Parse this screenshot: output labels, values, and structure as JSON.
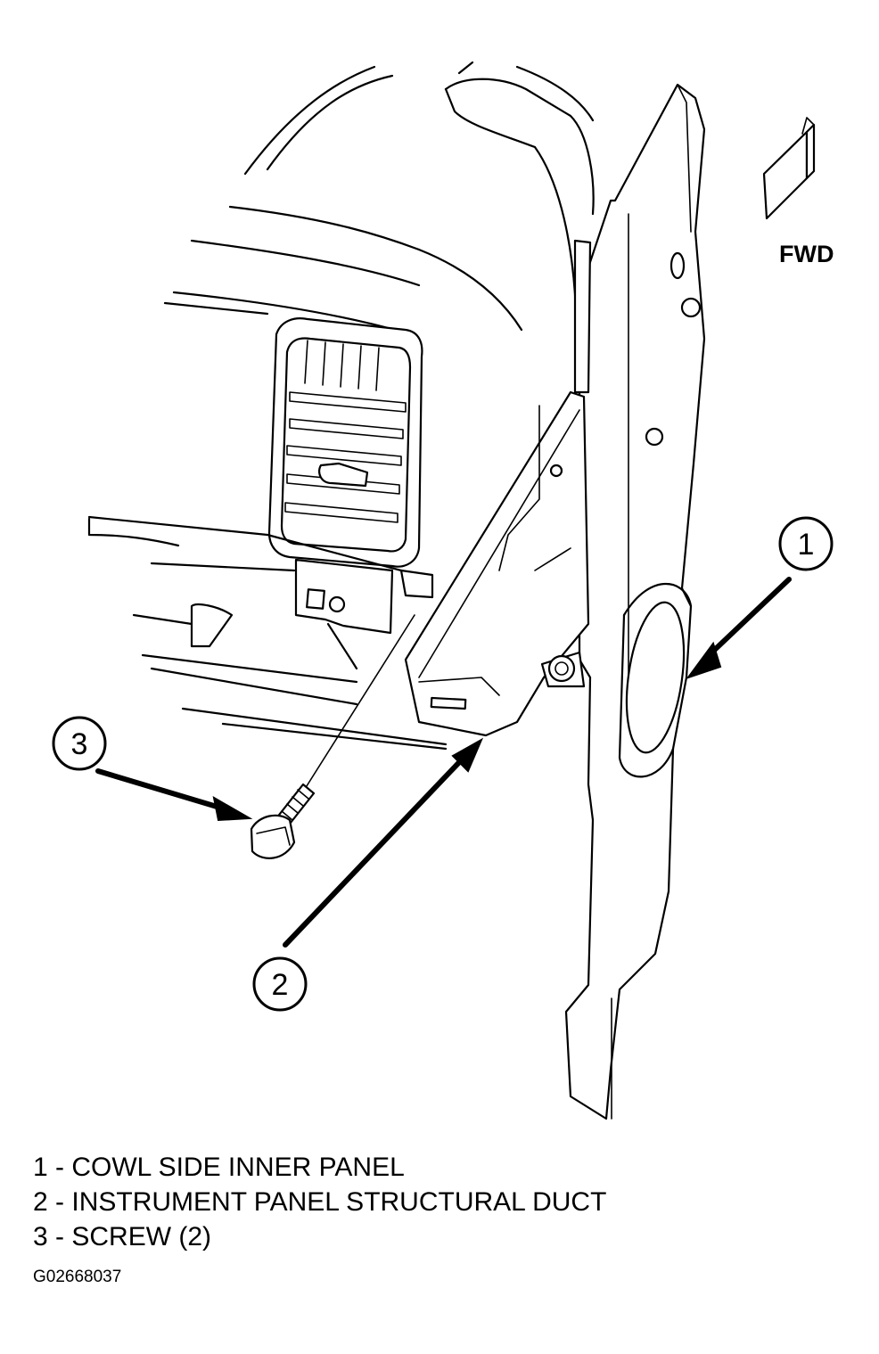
{
  "fwd_label": "FWD",
  "callouts": [
    "1",
    "2",
    "3"
  ],
  "legend": [
    {
      "number": "1",
      "separator": " - ",
      "text": "COWL SIDE INNER PANEL"
    },
    {
      "number": "2",
      "separator": " - ",
      "text": "INSTRUMENT PANEL STRUCTURAL DUCT"
    },
    {
      "number": "3",
      "separator": " - ",
      "text": "SCREW (2)"
    }
  ],
  "figure_id": "G02668037"
}
